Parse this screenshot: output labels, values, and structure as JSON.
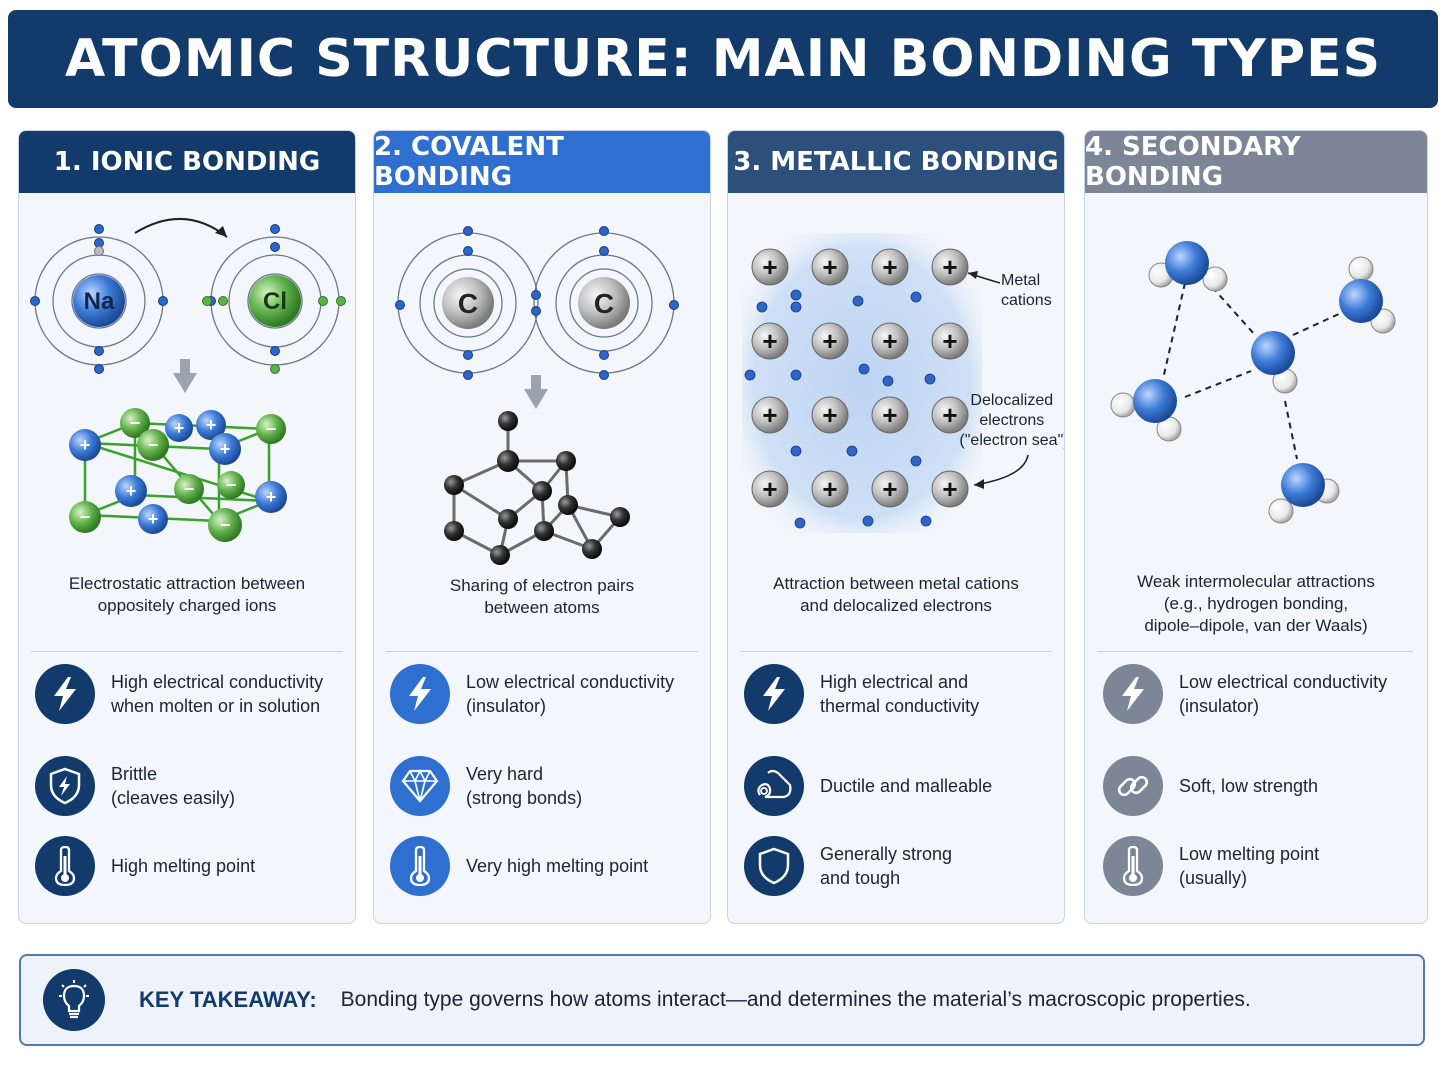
{
  "title": "ATOMIC STRUCTURE: MAIN BONDING TYPES",
  "colors": {
    "navy": "#123a6b",
    "blue": "#2e6fd0",
    "slate": "#5f7594",
    "gray": "#7c8696"
  },
  "cards": [
    {
      "header": "1. IONIC BONDING",
      "header_color": "#123a6b",
      "atoms": [
        "Na",
        "Cl"
      ],
      "description": "Electrostatic attraction between\noppositely charged ions",
      "properties": [
        {
          "icon": "lightning-icon",
          "text": "High electrical conductivity\nwhen molten or in solution"
        },
        {
          "icon": "shield-crack-icon",
          "text": "Brittle\n(cleaves easily)"
        },
        {
          "icon": "thermometer-icon",
          "text": "High melting point"
        }
      ]
    },
    {
      "header": "2. COVALENT BONDING",
      "header_color": "#2e6fd0",
      "atoms": [
        "C",
        "C"
      ],
      "description": "Sharing of electron pairs\nbetween atoms",
      "properties": [
        {
          "icon": "lightning-icon",
          "text": "Low electrical conductivity\n(insulator)"
        },
        {
          "icon": "diamond-icon",
          "text": "Very hard\n(strong bonds)"
        },
        {
          "icon": "thermometer-icon",
          "text": "Very high melting point"
        }
      ]
    },
    {
      "header": "3. METALLIC BONDING",
      "header_color": "#2d4f7c",
      "labels": {
        "cations": "Metal\ncations",
        "electrons": "Delocalized\nelectrons\n(\"electron sea\")"
      },
      "description": "Attraction between metal cations\nand delocalized electrons",
      "properties": [
        {
          "icon": "lightning-icon",
          "text": "High electrical and\nthermal conductivity"
        },
        {
          "icon": "rolled-sheet-icon",
          "text": "Ductile and malleable"
        },
        {
          "icon": "shield-icon",
          "text": "Generally strong\nand tough"
        }
      ]
    },
    {
      "header": "4. SECONDARY BONDING",
      "header_color": "#7c8696",
      "description": "Weak intermolecular attractions\n(e.g., hydrogen bonding,\ndipole–dipole, van der Waals)",
      "properties": [
        {
          "icon": "lightning-icon",
          "text": "Low electrical conductivity\n(insulator)"
        },
        {
          "icon": "chain-link-icon",
          "text": "Soft, low strength"
        },
        {
          "icon": "thermometer-icon",
          "text": "Low melting point\n(usually)"
        }
      ]
    }
  ],
  "takeaway": {
    "label": "KEY TAKEAWAY:",
    "text": "Bonding type governs how atoms interact—and determines the material’s  macroscopic properties."
  }
}
